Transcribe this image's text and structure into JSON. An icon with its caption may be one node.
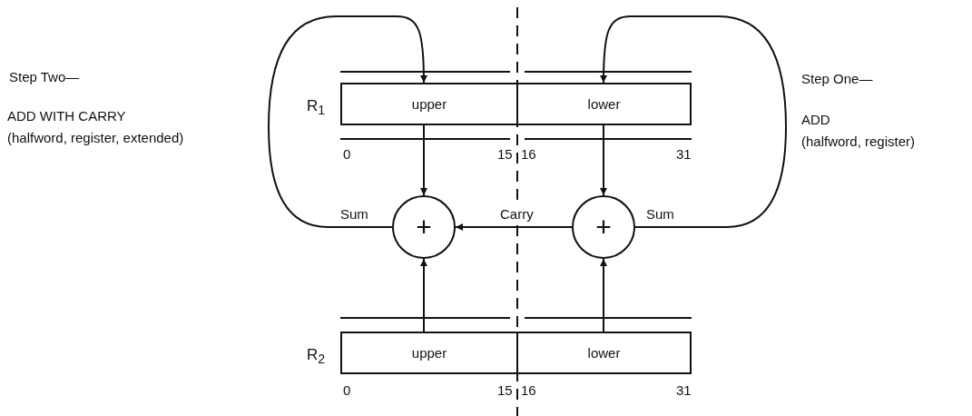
{
  "diagram": {
    "nodes": [
      {
        "text": [
          "upper"
        ]
      },
      {
        "text": [
          "lower"
        ]
      },
      {
        "text": [
          "+"
        ]
      },
      {
        "text": [
          "+"
        ]
      },
      {
        "text": [
          "upper"
        ]
      },
      {
        "text": [
          "lower"
        ]
      }
    ],
    "edges": [
      {
        "from": 0,
        "to": 2,
        "arrow": "to"
      },
      {
        "from": 1,
        "to": 3,
        "arrow": "to"
      },
      {
        "from": 4,
        "to": 2,
        "arrow": "to"
      },
      {
        "from": 5,
        "to": 3,
        "arrow": "to"
      },
      {
        "from": 3,
        "to": 2,
        "arrow": "to",
        "label": "Carry"
      },
      {
        "from": 2,
        "to": 0,
        "arrow": "to",
        "label": "Sum"
      },
      {
        "from": 3,
        "to": 1,
        "arrow": "to",
        "label": "Sum"
      }
    ],
    "labels": [
      "Step Two—",
      "Step One—",
      "R$_{1}$",
      "ADD WITH CARRY",
      "ADD",
      "(halfword, register, extended)",
      "(halfword, register)",
      "0",
      "15",
      "16",
      "31",
      "R$_{2}$",
      "0",
      "15",
      "16",
      "31"
    ]
  }
}
